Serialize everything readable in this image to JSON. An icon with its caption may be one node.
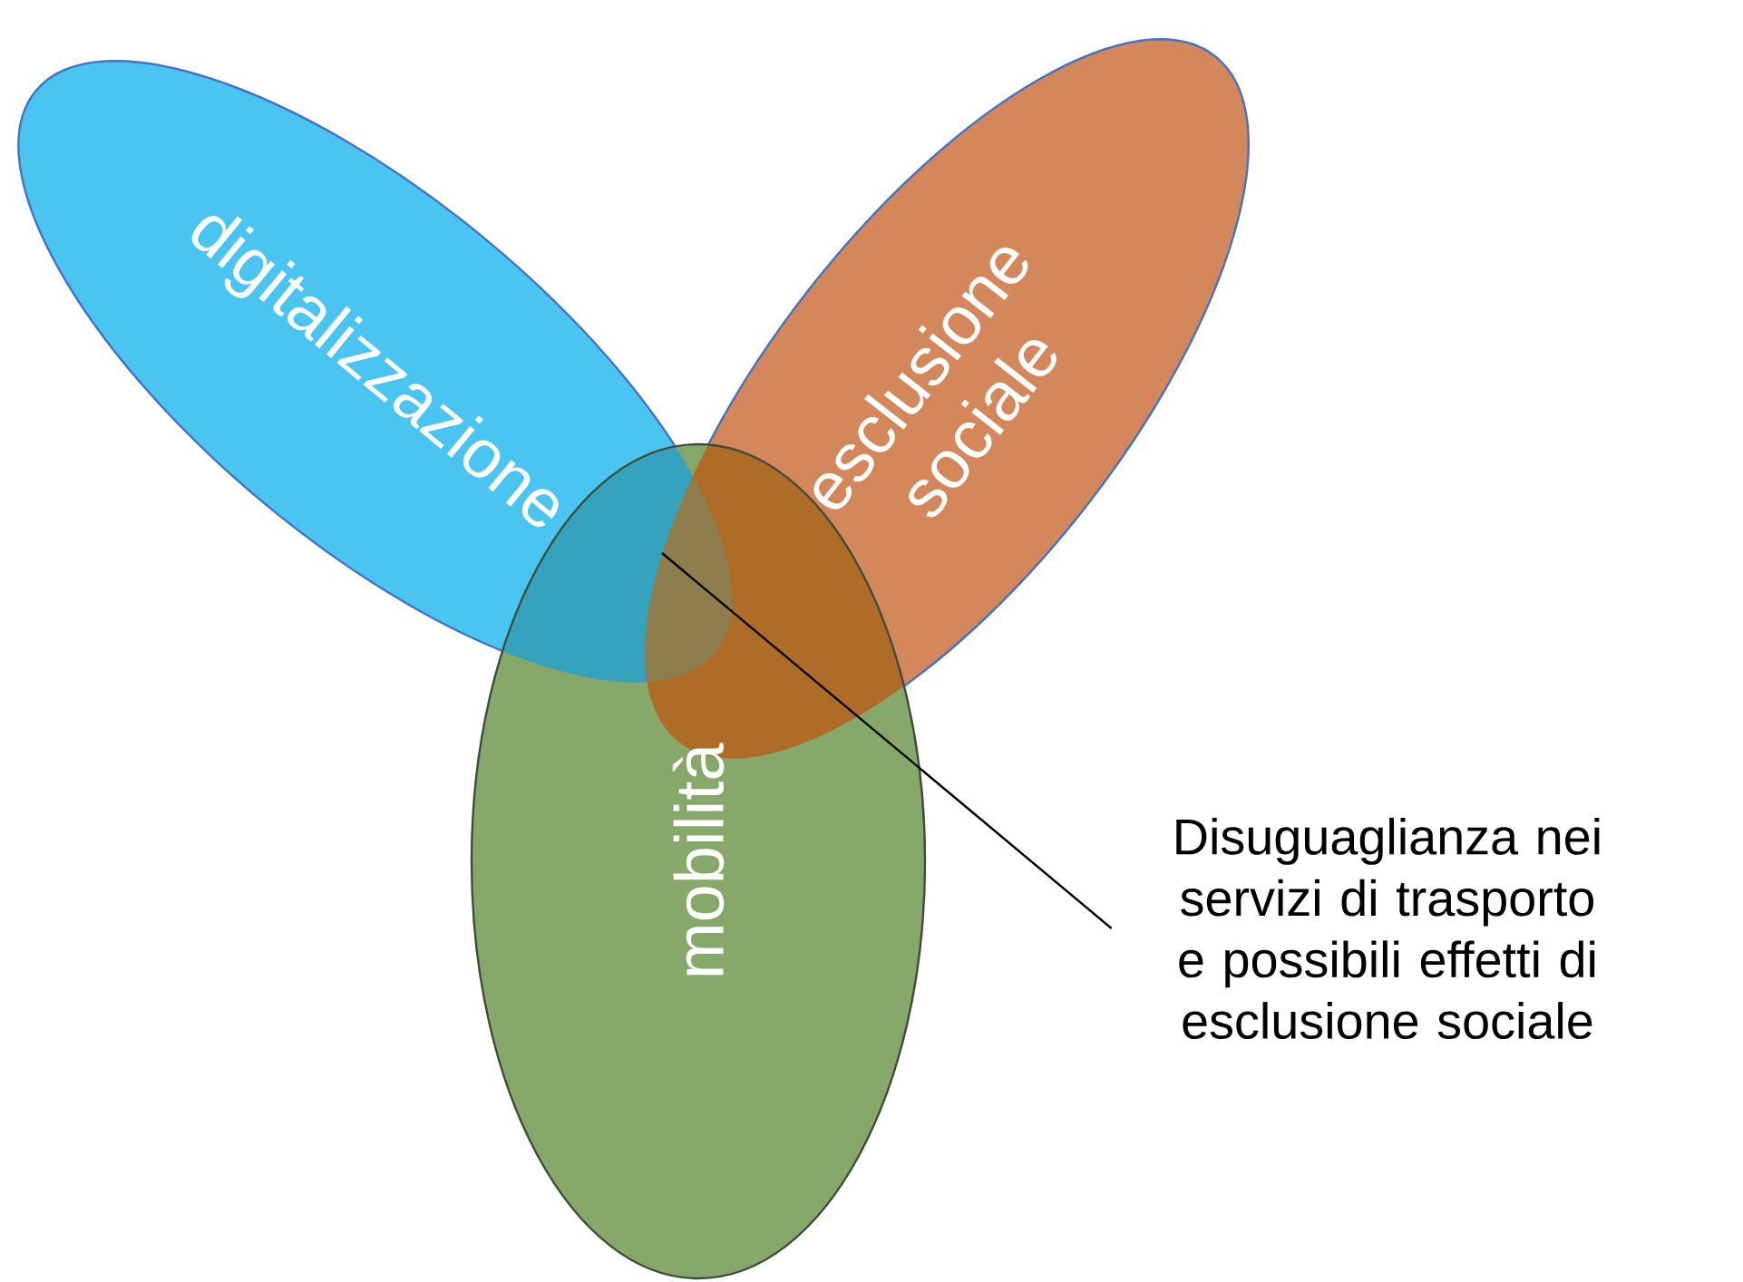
{
  "diagram": {
    "nodes": [
      {
        "text": [
          "digitalizzazione"
        ]
      },
      {
        "text": [
          "esclusione sociale"
        ]
      },
      {
        "text": [
          "mobilità"
        ]
      },
      {
        "text": [
          "Disuguaglianza nei servizi di trasporto e possibili effetti di esclusione sociale"
        ]
      }
    ],
    "edges": [
      {
        "from": 3,
        "to": 2,
        "arrow": "none"
      }
    ]
  }
}
